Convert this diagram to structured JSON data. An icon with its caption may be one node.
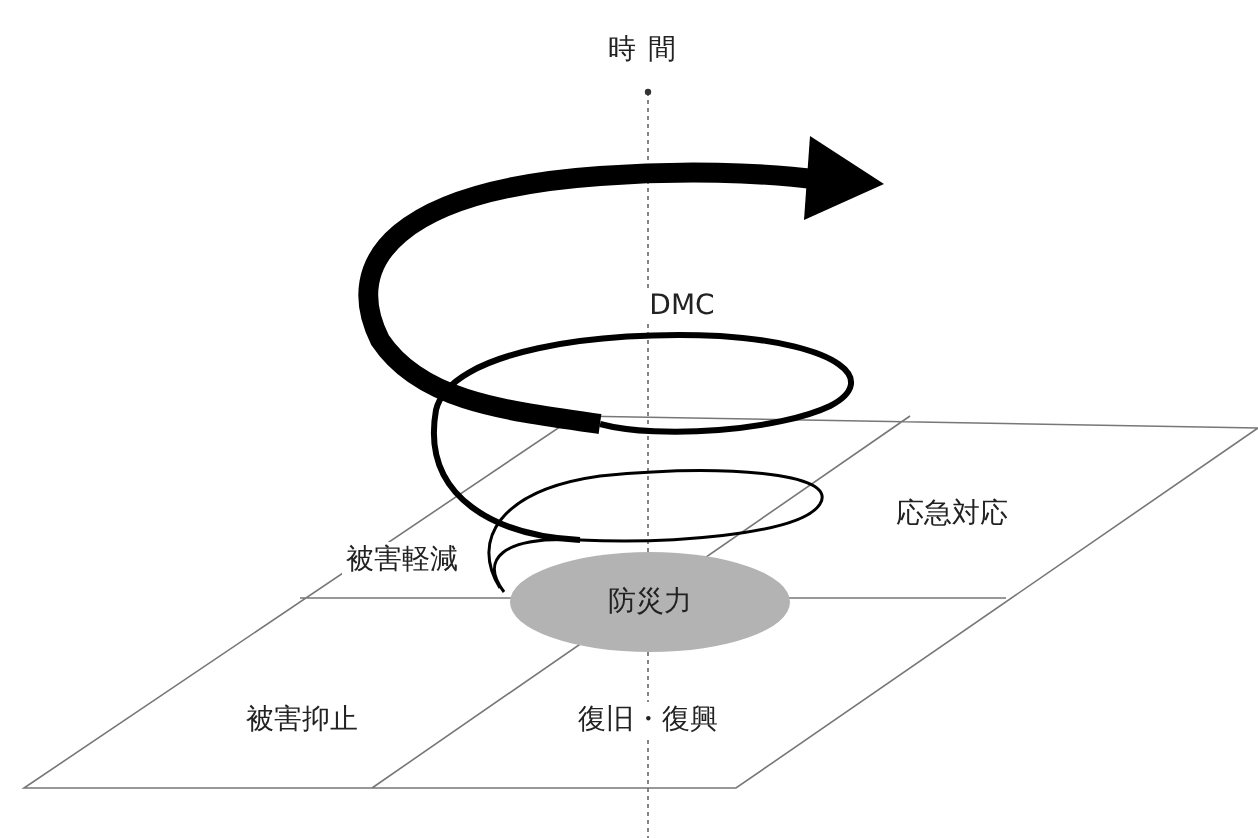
{
  "diagram": {
    "nodes": [
      {
        "text": [
          "防災力"
        ]
      }
    ],
    "edges": [],
    "labels": [
      "時間",
      "DMC",
      "応急対応",
      "被害軽減",
      "被害抑止",
      "復旧・復興"
    ]
  }
}
